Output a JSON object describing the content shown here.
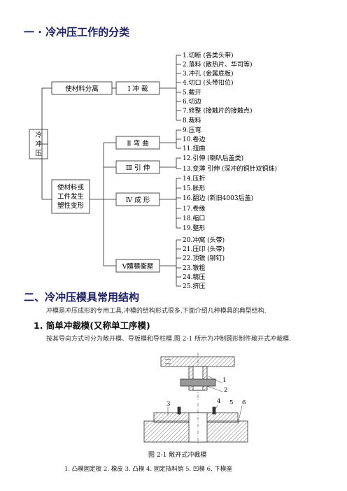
{
  "heading1": "一 · 冷冲压工作的分类",
  "tree": {
    "root": [
      "冷",
      "冲",
      "压"
    ],
    "group1": "使材料分离",
    "group2": [
      "使材料或",
      "工件发生",
      "塑性变形"
    ],
    "cat1": "Ⅰ 冲 裁",
    "cat2": "Ⅱ 弯 曲",
    "cat3": "Ⅲ 引 伸",
    "cat4": "Ⅳ 成 形",
    "cat5": "Ⅴ體積衝壓",
    "leaves_cat1": [
      "1.切断 (各类头带)",
      "2.落料 (散热片、华司等)",
      "3.冲孔 (金属底板)",
      "4.切口 (头带扣位)",
      "5.截开",
      "6.切边",
      "7.修整 (接触片的接触点)",
      "8.裁料"
    ],
    "leaves_cat2": [
      "9.压弯",
      "10.卷边",
      "11.扭曲"
    ],
    "leaves_cat3": [
      "12.引伸   (喇叭后盖类)",
      "13.变薄 引伸 (深冲的铜针双铜珠)"
    ],
    "leaves_cat4": [
      "14.压折",
      "15.胀形",
      "16.翻边    (新旧4003后盖)",
      "17.卷缘",
      "18.缩口",
      "19.整形"
    ],
    "leaves_cat5": [
      "20.冲窝  (头带)",
      "21.压印  (头带)",
      "22.顶镦  (铆钉)",
      "23.镦粗",
      "24.精压",
      "25.挤压"
    ]
  },
  "heading2": "二、冷冲压模具常用结构",
  "intro": "冲模是冲压成形的专用工具,冲模的结构形式很多.下面介绍几种模具的典型结构.",
  "subheading": "1. 简单冲裁模(又称单工序模)",
  "description": "按其导向方式可分为敞开模、导板模和导柱模.图 2-1 所示为冲制圆形制件敞开式冲裁模.",
  "figure": {
    "callouts": [
      "1",
      "2",
      "3",
      "4",
      "5",
      "6"
    ],
    "caption": "图 2-1  敞开式冲裁模"
  },
  "legend": "1. 凸模固定板  2. 橡皮   3. 凸模   4. 固定挡料销   5. 凹模    6. 下模座"
}
